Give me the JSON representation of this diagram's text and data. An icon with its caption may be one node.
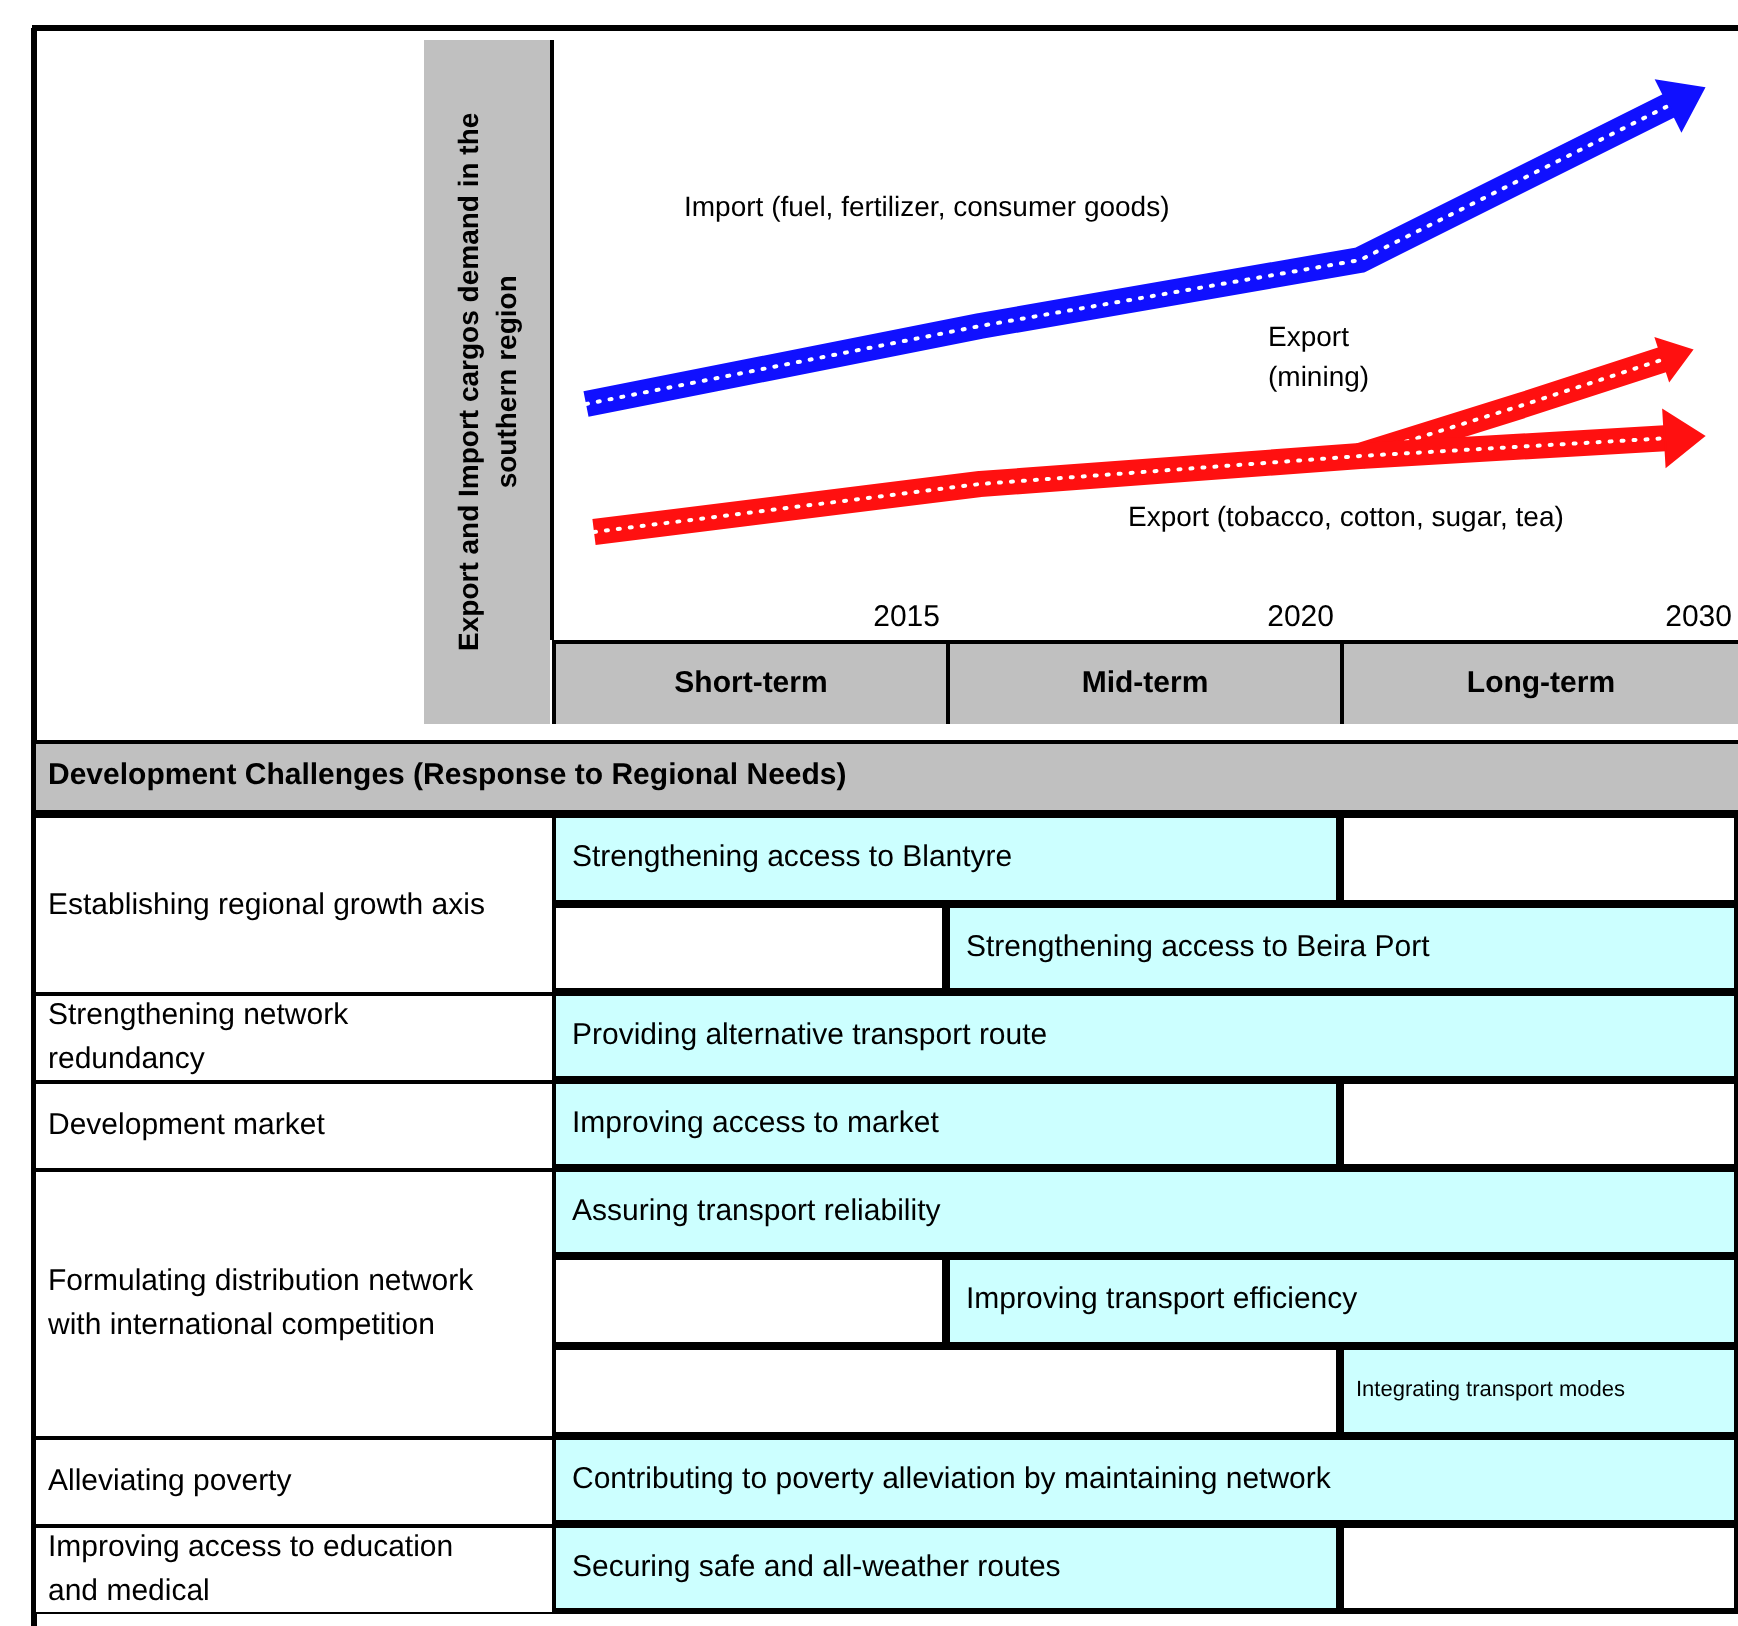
{
  "diagram": {
    "nodes": [
      {
        "text": [
          "Export and Import cargos demand in the southern region"
        ]
      },
      {
        "text": [
          "Short-term"
        ]
      },
      {
        "text": [
          "Mid-term"
        ]
      },
      {
        "text": [
          "Long-term"
        ]
      },
      {
        "text": [
          "Development Challenges (Response to Regional Needs)"
        ]
      },
      {
        "text": [
          "Establishing regional growth axis"
        ]
      },
      {
        "text": [
          "Strengthening access to Blantyre"
        ]
      },
      {
        "text": [
          "Strengthening access to Beira Port"
        ]
      },
      {
        "text": [
          "Strengthening network redundancy"
        ]
      },
      {
        "text": [
          "Providing alternative transport route"
        ]
      },
      {
        "text": [
          "Development market"
        ]
      },
      {
        "text": [
          "Improving access to market"
        ]
      },
      {
        "text": [
          "Formulating distribution network with international competition"
        ]
      },
      {
        "text": [
          "Assuring transport reliability"
        ]
      },
      {
        "text": [
          "Improving transport efficiency"
        ]
      },
      {
        "text": [
          "Integrating transport modes"
        ]
      },
      {
        "text": [
          "Alleviating poverty"
        ]
      },
      {
        "text": [
          "Contributing to poverty alleviation by maintaining network"
        ]
      },
      {
        "text": [
          "Improving access to education and medical"
        ]
      },
      {
        "text": [
          "Securing safe and all-weather routes"
        ]
      }
    ],
    "labels": [
      "Import (fuel, fertilizer, consumer goods)",
      "Export (mining)",
      "Export (tobacco, cotton, sugar, tea)",
      "2015",
      "2020",
      "2030"
    ]
  }
}
